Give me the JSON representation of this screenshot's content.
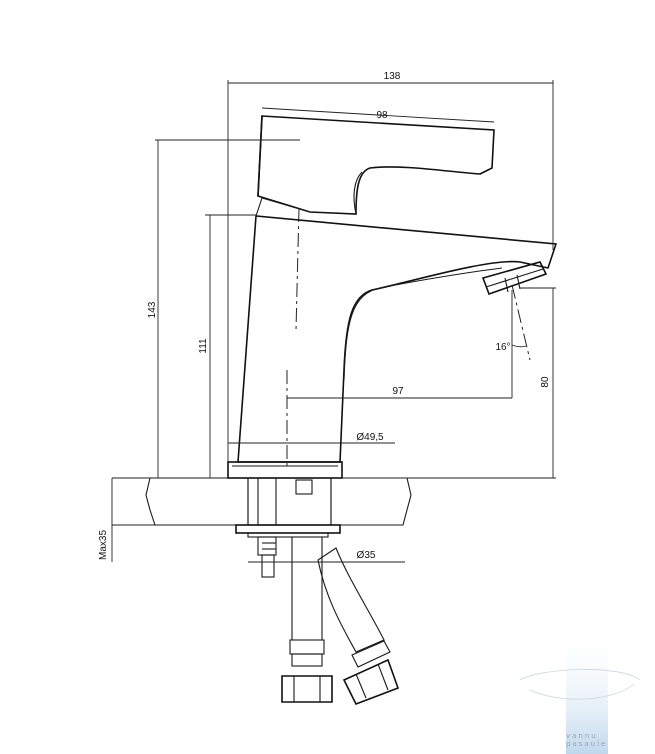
{
  "dimensions": {
    "overall_width": "138",
    "handle_length": "98",
    "total_height": "143",
    "body_height": "111",
    "spout_reach": "97",
    "spout_height": "80",
    "spout_angle": "16°",
    "base_diameter": "Ø49,5",
    "shank_diameter": "Ø35",
    "max_counter_thickness": "Max35"
  },
  "watermark": {
    "line1": "vannu",
    "line2": "pasaule"
  },
  "colors": {
    "ink": "#1a1a1a",
    "hatch": "#333333",
    "watermark": "#c9ddf0"
  }
}
